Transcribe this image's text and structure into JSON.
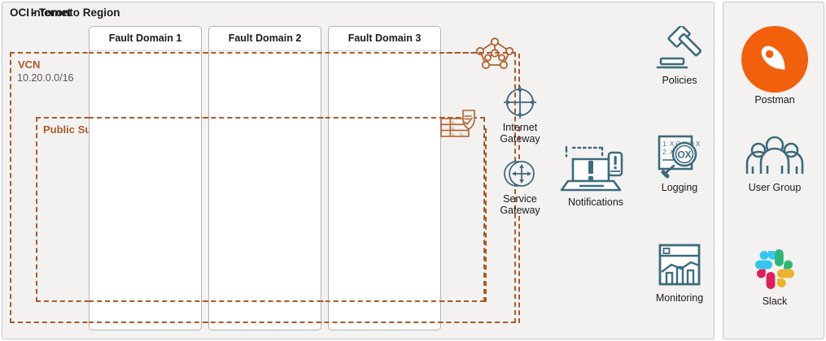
{
  "oci": {
    "title": "OCI - Toronto Region",
    "vcn": {
      "label": "VCN",
      "cidr": "10.20.0.0/16",
      "icon": "vcn-network-icon"
    },
    "subnet": {
      "label": "Public\nSubnet"
    },
    "security_list": {
      "icon": "security-list-shield-icon"
    },
    "fault_domains": [
      {
        "label": "Fault Domain 1"
      },
      {
        "label": "Fault Domain 2"
      },
      {
        "label": "Fault Domain 3"
      }
    ],
    "gateways": [
      {
        "label": "Internet\nGateway",
        "icon": "internet-gateway-icon"
      },
      {
        "label": "Service\nGateway",
        "icon": "service-gateway-icon"
      }
    ],
    "services": [
      {
        "label": "Notifications",
        "icon": "notifications-laptop-icon"
      },
      {
        "label": "Policies",
        "icon": "gavel-icon"
      },
      {
        "label": "Logging",
        "icon": "log-search-icon"
      },
      {
        "label": "Monitoring",
        "icon": "monitoring-chart-icon"
      }
    ]
  },
  "internet": {
    "title": "Internet",
    "items": [
      {
        "label": "Postman",
        "icon": "postman-logo"
      },
      {
        "label": "User Group",
        "icon": "user-group-icon"
      },
      {
        "label": "Slack",
        "icon": "slack-logo"
      }
    ]
  },
  "colors": {
    "panel_bg": "#f4f2f0",
    "panel_border": "#c9c6c3",
    "dashed_accent": "#a85a2a",
    "icon_teal": "#2e5c6e",
    "card_bg": "#ffffff",
    "postman_orange": "#f2600c",
    "slack_blue": "#36c5f0",
    "slack_green": "#2eb67d",
    "slack_red": "#e01e5a",
    "slack_yellow": "#ecb22e"
  }
}
